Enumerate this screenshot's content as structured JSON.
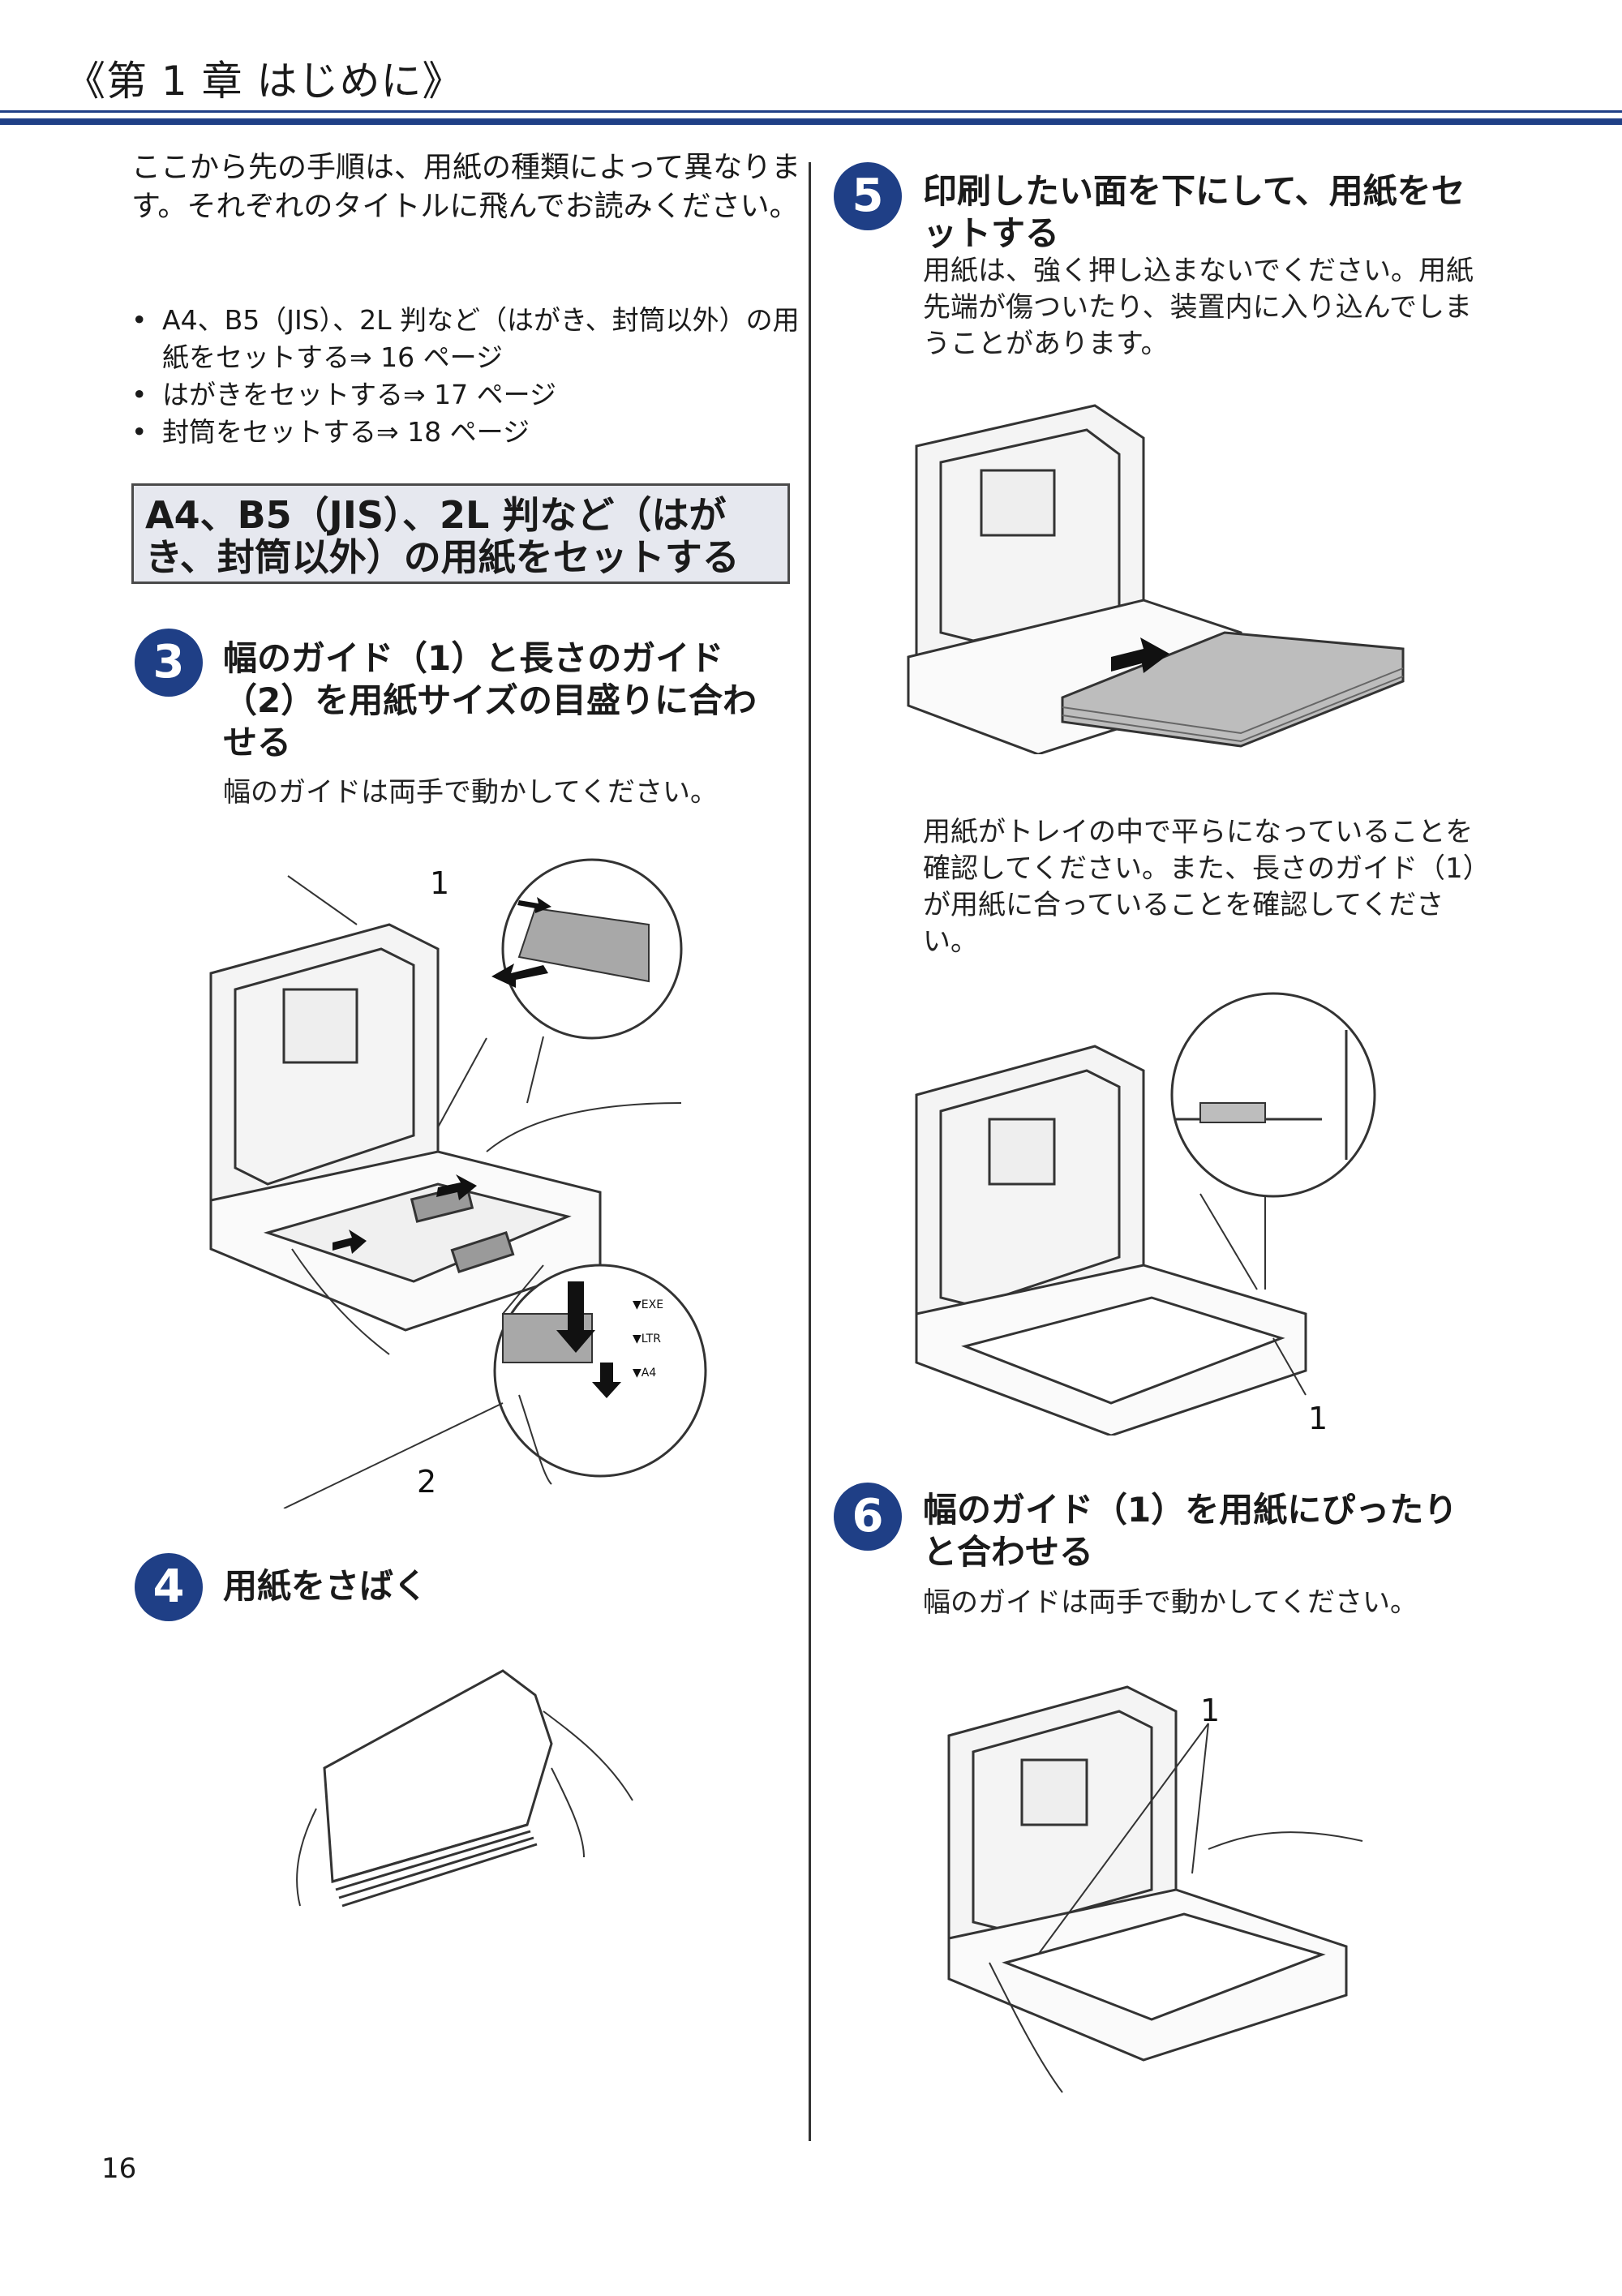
{
  "header": {
    "chapter_title": "《第 1 章 はじめに》"
  },
  "intro": {
    "text": "ここから先の手順は、用紙の種類によって異なります。それぞれのタイトルに飛んでお読みください。"
  },
  "bullets": [
    "A4、B5（JIS）、2L 判など（はがき、封筒以外）の用紙をセットする⇒ 16 ページ",
    "はがきをセットする⇒ 17 ページ",
    "封筒をセットする⇒ 18 ページ"
  ],
  "section": {
    "title": "A4、B5（JIS）、2L 判など（はがき、封筒以外）の用紙をセットする"
  },
  "steps": [
    {
      "number": "3",
      "title": "幅のガイド（1）と長さのガイド（2）を用紙サイズの目盛りに合わせる",
      "body": "幅のガイドは両手で動かしてください。"
    },
    {
      "number": "4",
      "title": "用紙をさばく",
      "body": ""
    },
    {
      "number": "5",
      "title": "印刷したい面を下にして、用紙をセットする",
      "body": "用紙は、強く押し込まないでください。用紙先端が傷ついたり、装置内に入り込んでしまうことがあります。",
      "body2": "用紙がトレイの中で平らになっていることを確認してください。また、長さのガイド（1）が用紙に合っていることを確認してください。"
    },
    {
      "number": "6",
      "title": "幅のガイド（1）を用紙にぴったりと合わせる",
      "body": "幅のガイドは両手で動かしてください。"
    }
  ],
  "figures": {
    "step3": {
      "callout_1": "1",
      "callout_2": "2",
      "scale_exe": "▼EXE",
      "scale_ltr": "▼LTR",
      "scale_a4": "▼A4"
    },
    "step5": {
      "callout_1": "1"
    },
    "step6": {
      "callout_1": "1"
    }
  },
  "colors": {
    "accent": "#1f3f86",
    "section_bg": "#e6e8ef"
  },
  "footer": {
    "page_number": "16"
  }
}
